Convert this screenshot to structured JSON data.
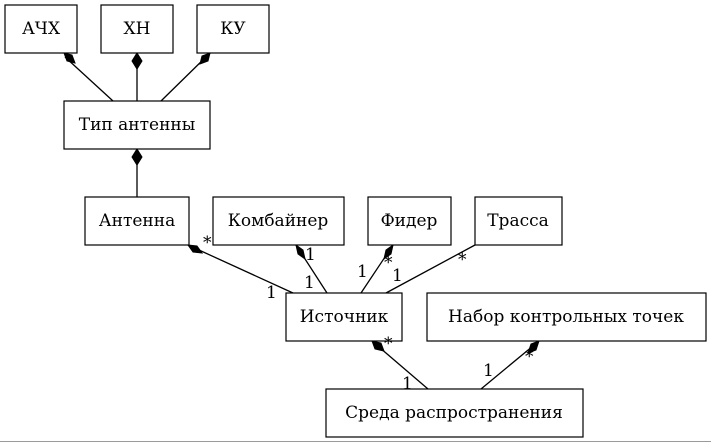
{
  "nodes": {
    "achh": "АЧХ",
    "khn": "ХН",
    "ku": "КУ",
    "antenna_type": "Тип антенны",
    "antenna": "Антенна",
    "combiner": "Комбайнер",
    "feeder": "Фидер",
    "route": "Трасса",
    "source": "Источник",
    "checkpoints": "Набор контрольных точек",
    "environment": "Среда распространения"
  },
  "multiplicities": {
    "antenna_star": "*",
    "antenna_source_one": "1",
    "combiner_one": "1",
    "combiner_source_one": "1",
    "feeder_star": "*",
    "feeder_one": "1",
    "feeder_source_one": "1",
    "route_star": "*",
    "source_star": "*",
    "source_env_one": "1",
    "checkpoints_star": "*",
    "checkpoints_env_one": "1"
  }
}
